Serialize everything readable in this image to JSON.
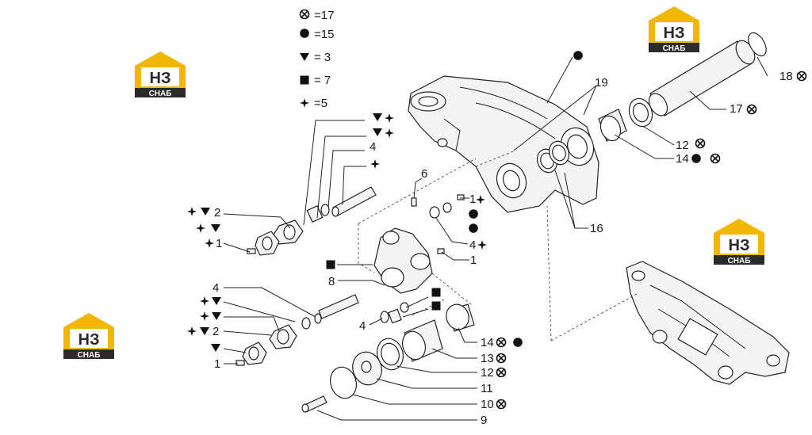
{
  "legend": [
    {
      "symbol": "otimes",
      "text": "=17"
    },
    {
      "symbol": "circle",
      "text": "=15"
    },
    {
      "symbol": "triangle",
      "text": " = 3"
    },
    {
      "symbol": "square",
      "text": " = 7"
    },
    {
      "symbol": "star",
      "text": " =5"
    }
  ],
  "logo": {
    "mark": "НЗ",
    "word": "СНАБ"
  },
  "labels": {
    "l1a": "1",
    "l1b": "1",
    "l1c": "1",
    "l1d": "1",
    "l2a": "2",
    "l2b": "2",
    "l4a": "4",
    "l4b": "4",
    "l4c": "4",
    "l4d": "4",
    "l6": "6",
    "l8": "8",
    "l9": "9",
    "l10": "10",
    "l11": "11",
    "l12a": "12",
    "l12b": "12",
    "l13": "13",
    "l14a": "14",
    "l14b": "14",
    "l16": "16",
    "l17": "17",
    "l18": "18",
    "l19": "19"
  },
  "colors": {
    "logo_yellow": "#f2b705",
    "logo_dark": "#2b2b2b",
    "ink": "#1a1a1a"
  }
}
